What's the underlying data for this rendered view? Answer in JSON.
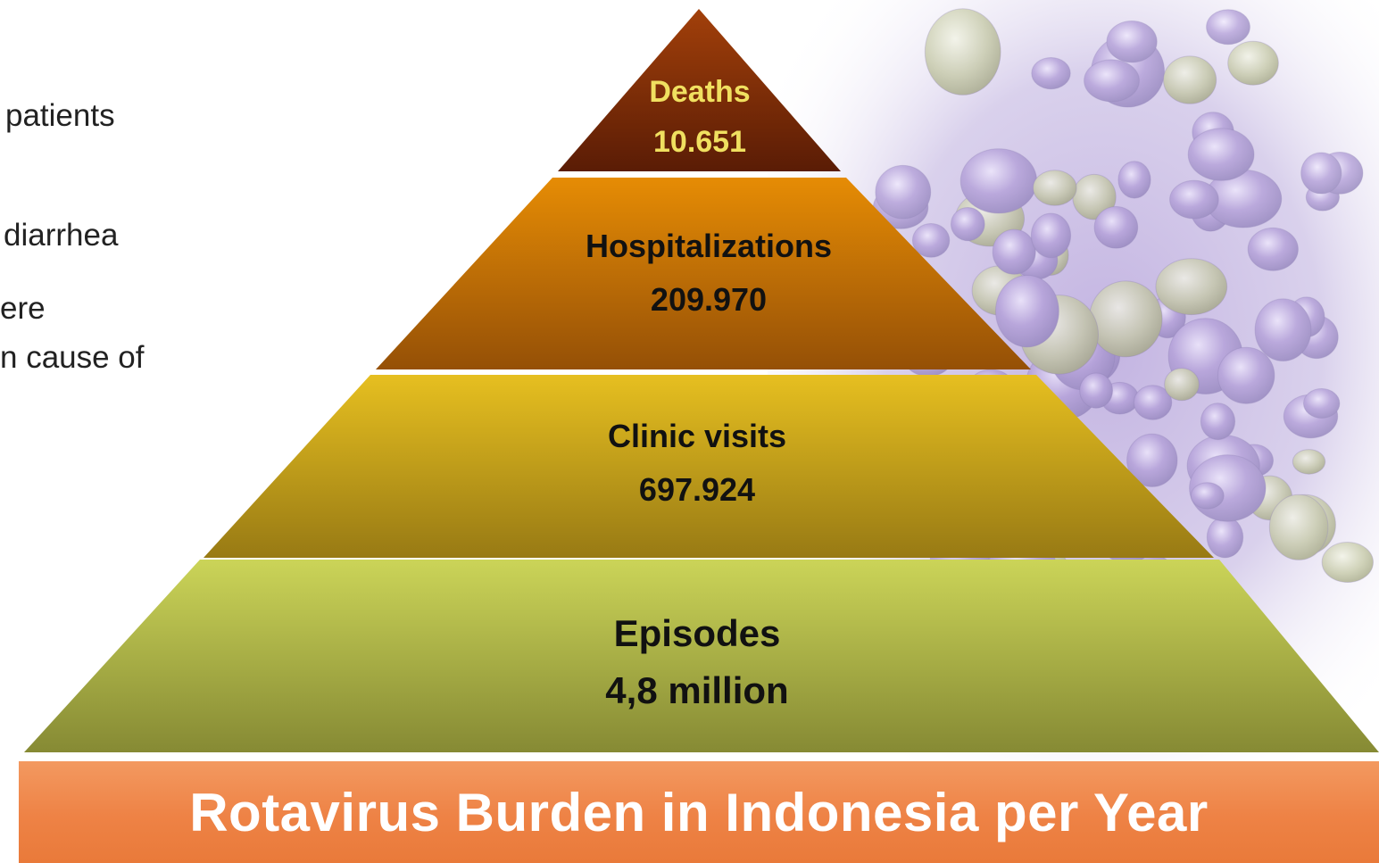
{
  "left_text": {
    "lines": [
      "patients",
      "diarrhea",
      "ere",
      "n cause of"
    ]
  },
  "pyramid": {
    "layers": [
      {
        "label": "Deaths",
        "value": "10.651"
      },
      {
        "label": "Hospitalizations",
        "value": "209.970"
      },
      {
        "label": "Clinic visits",
        "value": "697.924"
      },
      {
        "label": "Episodes",
        "value": "4,8 million"
      }
    ]
  },
  "banner": {
    "title": "Rotavirus Burden in Indonesia per Year"
  },
  "colors": {
    "deaths_top": "#9a3a08",
    "deaths_bottom": "#5e1e06",
    "hosp_top": "#e38a06",
    "hosp_bottom": "#9a5406",
    "clinic_top": "#e4bd22",
    "clinic_bottom": "#9c7e16",
    "episodes_top": "#c9d256",
    "episodes_bottom": "#8a8e36",
    "banner": "#ee8245"
  }
}
